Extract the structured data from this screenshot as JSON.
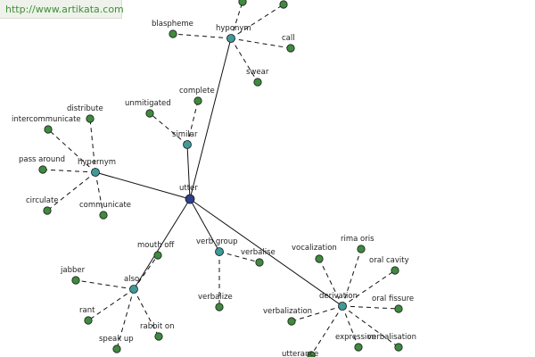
{
  "site_url": "http://www.artikata.com",
  "colors": {
    "center_node": "#2f3f8f",
    "relation_node": "#3f9a9a",
    "word_node": "#3f8a3f",
    "edge": "#111111",
    "label": "#222222"
  },
  "graph": {
    "center": {
      "id": "utter",
      "label": "utter"
    },
    "relations": [
      {
        "id": "hyponym",
        "label": "hyponym",
        "words": [
          "blaspheme",
          "call",
          "swear"
        ]
      },
      {
        "id": "similar",
        "label": "similar",
        "words": [
          "unmitigated",
          "complete"
        ]
      },
      {
        "id": "hypernym",
        "label": "hypernym",
        "words": [
          "distribute",
          "intercommunicate",
          "pass around",
          "circulate",
          "communicate"
        ]
      },
      {
        "id": "also",
        "label": "also",
        "words": [
          "mouth off",
          "jabber",
          "rant",
          "speak up",
          "rabbit on"
        ]
      },
      {
        "id": "verb-group",
        "label": "verb group",
        "words": [
          "verbalise",
          "verbalize"
        ]
      },
      {
        "id": "derivation",
        "label": "derivation",
        "words": [
          "vocalization",
          "rima oris",
          "oral cavity",
          "oral fissure",
          "verbalization",
          "utterance",
          "expression",
          "verbalisation"
        ]
      }
    ]
  }
}
